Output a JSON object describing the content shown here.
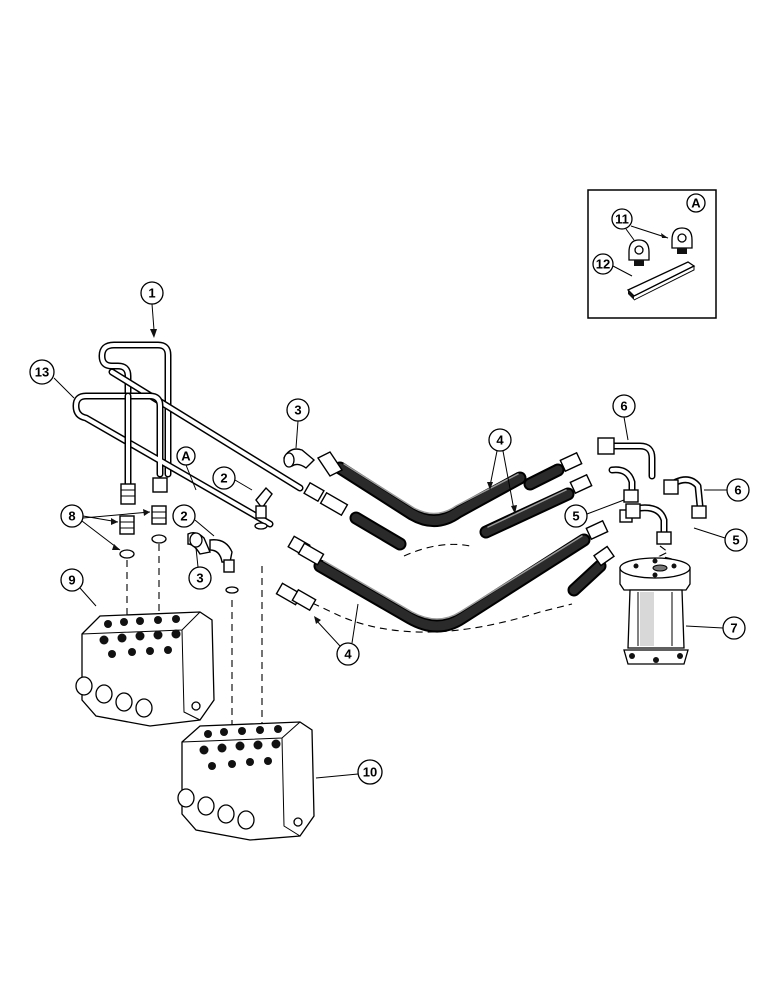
{
  "callouts": {
    "c1": "1",
    "c13": "13",
    "cA1": "A",
    "c2a": "2",
    "c2b": "2",
    "c3a": "3",
    "c3b": "3",
    "c4a": "4",
    "c4b": "4",
    "c5a": "5",
    "c5b": "5",
    "c6a": "6",
    "c6b": "6",
    "c7": "7",
    "c8": "8",
    "c9": "9",
    "c10": "10"
  },
  "inset": {
    "label": "A",
    "c11": "11",
    "c12": "12"
  }
}
